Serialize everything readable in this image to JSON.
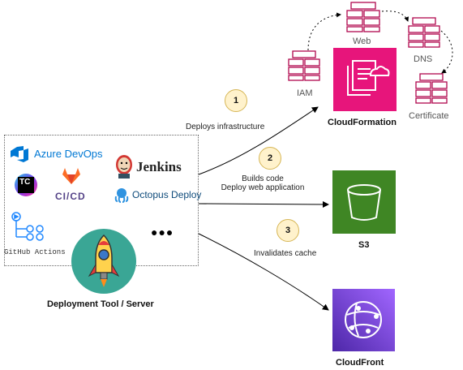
{
  "colors": {
    "cloudformation": "#e7157b",
    "s3": "#3f8624",
    "cloudfront": "#8c4fff",
    "badge_fill": "#fff2cc",
    "badge_stroke": "#d6b656",
    "resource_stroke": "#b0084d",
    "rocket_circle": "#3aa695"
  },
  "tools": {
    "azure_devops": "Azure DevOps",
    "jenkins": "Jenkins",
    "teamcity": "TC",
    "gitlab_cicd": "CI/CD",
    "octopus": "Octopus Deploy",
    "github_actions": "GitHub Actions",
    "more": "●●●",
    "group_label": "Deployment Tool / Server"
  },
  "steps": [
    {
      "number": "1",
      "label": "Deploys infrastructure"
    },
    {
      "number": "2",
      "label_line1": "Builds code",
      "label_line2": "Deploy web application"
    },
    {
      "number": "3",
      "label": "Invalidates cache"
    }
  ],
  "targets": {
    "cloudformation": "CloudFormation",
    "s3": "S3",
    "cloudfront": "CloudFront"
  },
  "resources": {
    "iam": "IAM",
    "web": "Web",
    "dns": "DNS",
    "certificate": "Certificate"
  }
}
